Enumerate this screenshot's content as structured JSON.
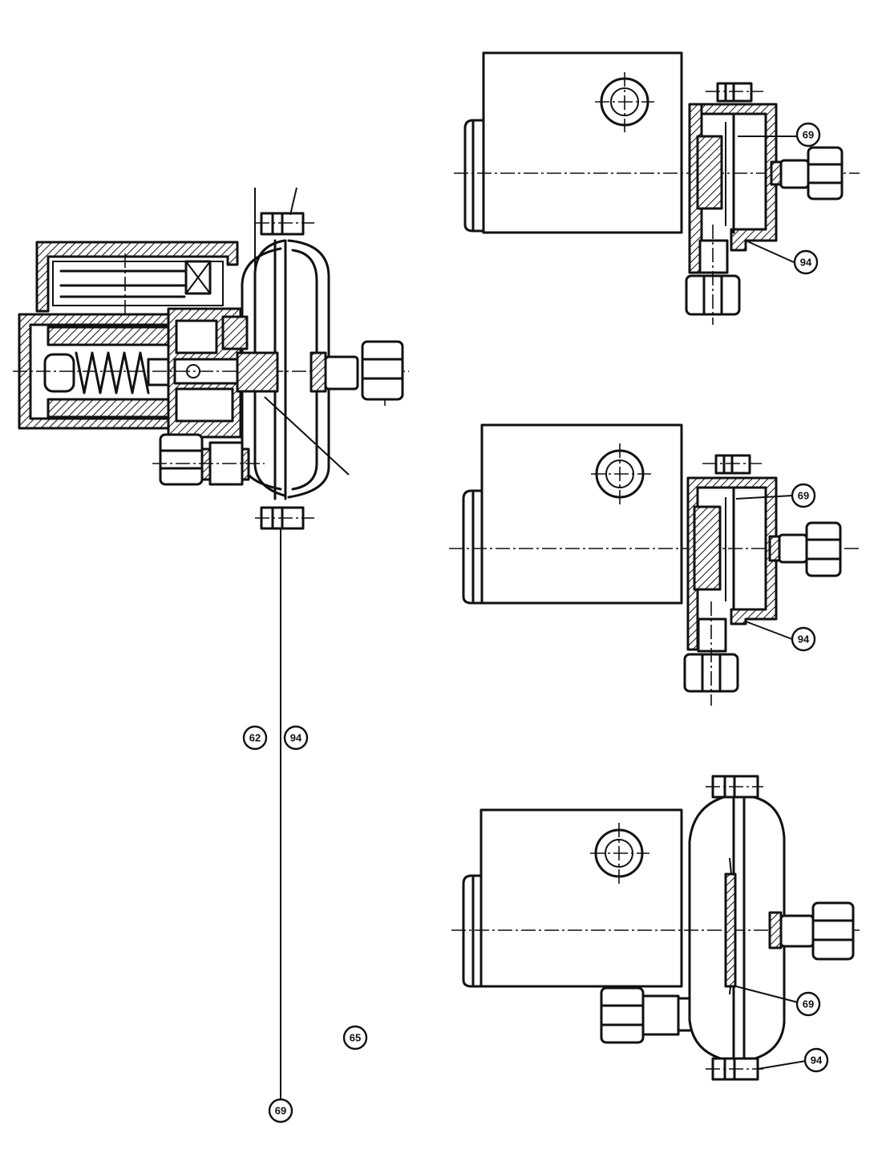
{
  "figures": [
    {
      "id": "top-right",
      "callouts": [
        "69",
        "94"
      ]
    },
    {
      "id": "middle-right",
      "callouts": [
        "69",
        "94"
      ]
    },
    {
      "id": "bottom-left",
      "callouts": [
        "62",
        "94",
        "65",
        "69"
      ]
    },
    {
      "id": "bottom-right",
      "callouts": [
        "69",
        "94"
      ]
    }
  ]
}
